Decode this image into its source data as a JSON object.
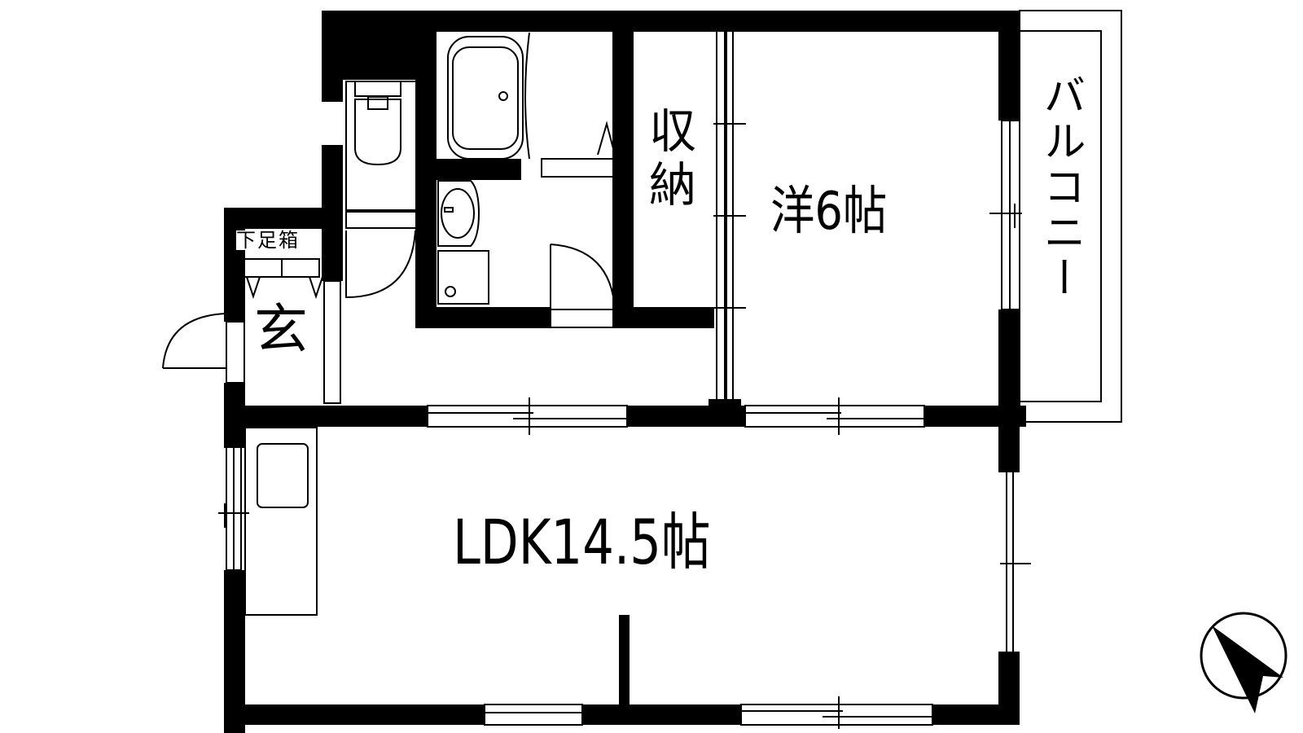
{
  "diagram": {
    "type": "floor-plan",
    "colors": {
      "wall": "#000000",
      "background": "#ffffff",
      "line": "#000000"
    },
    "rooms": [
      {
        "id": "ldk",
        "label": "LDK14.5帖"
      },
      {
        "id": "western",
        "label": "洋6帖"
      },
      {
        "id": "storage",
        "label": "収納"
      },
      {
        "id": "entrance",
        "label": "玄"
      },
      {
        "id": "shoe-box",
        "label": "下足箱"
      },
      {
        "id": "balcony",
        "label": "バルコニー"
      }
    ],
    "fixtures": [
      "bathtub-icon",
      "toilet-icon",
      "washbasin-icon",
      "washing-machine-pan-icon",
      "kitchen-sink-icon"
    ],
    "compass": {
      "icon": "north-arrow-icon",
      "direction": "southeast"
    }
  }
}
